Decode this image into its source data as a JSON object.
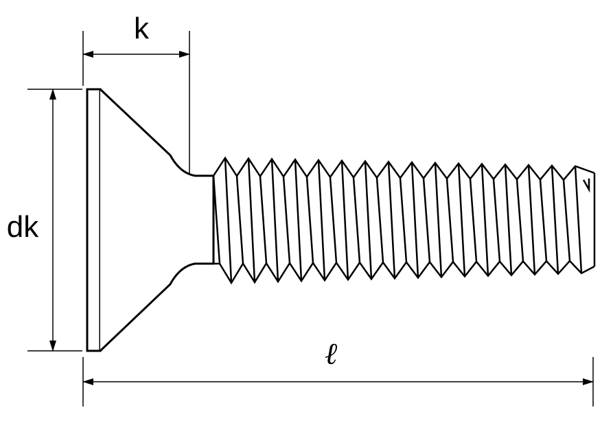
{
  "labels": {
    "head_height": "k",
    "head_diameter": "dk",
    "length": "ℓ"
  }
}
